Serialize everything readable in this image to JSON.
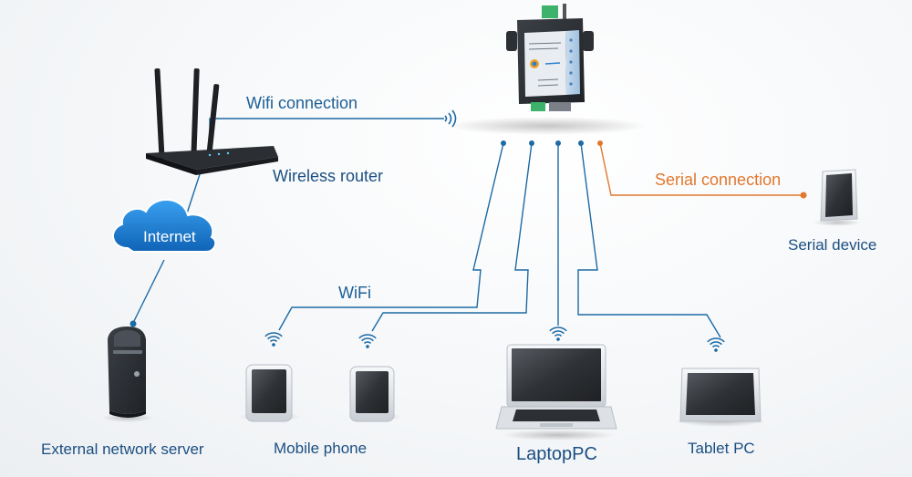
{
  "labels": {
    "wifi_connection": "Wifi connection",
    "wireless_router": "Wireless router",
    "internet": "Internet",
    "serial_connection": "Serial connection",
    "serial_device": "Serial device",
    "wifi": "WiFi",
    "external_server": "External network server",
    "mobile_phone": "Mobile phone",
    "laptop_pc": "LaptopPC",
    "tablet_pc": "Tablet PC"
  },
  "colors": {
    "wifi_link": "#1d6aa5",
    "serial_link": "#e1782e",
    "cloud": "#1a7fd0",
    "device_body": "#2a2d31",
    "screen": "#3a3d42"
  },
  "icons": [
    "wifi-router-icon",
    "cloud-icon",
    "server-tower-icon",
    "serial-server-device-icon",
    "tablet-icon",
    "phone-icon",
    "laptop-icon",
    "wifi-signal-icon"
  ]
}
